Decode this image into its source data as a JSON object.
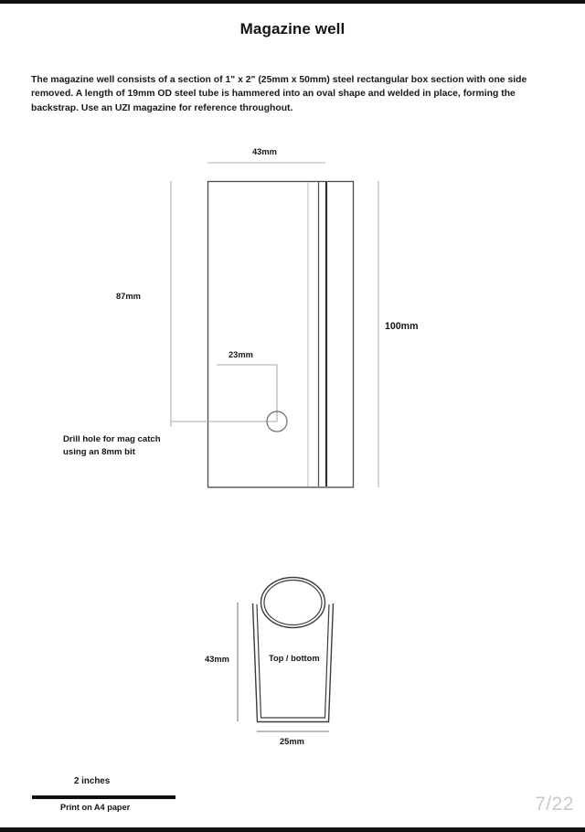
{
  "page": {
    "title": "Magazine well",
    "intro": "The magazine well consists of a section of 1\" x  2\" (25mm x 50mm) steel rectangular box section with one side removed. A length of 19mm OD steel tube is hammered into an oval shape and welded in place, forming the backstrap. Use an UZI magazine for reference throughout.",
    "page_number": "7/22"
  },
  "footer": {
    "scale_label": "2 inches",
    "print_note": "Print on A4 paper"
  },
  "views": {
    "side": {
      "dim_width": "43mm",
      "dim_height_left": "87mm",
      "dim_height_right": "100mm",
      "dim_hole_offset": "23mm",
      "hole_note": "Drill hole for mag catch\nusing an 8mm bit"
    },
    "end": {
      "label": "Top / bottom",
      "dim_height": "43mm",
      "dim_width": "25mm"
    }
  },
  "colors": {
    "ink": "#141414",
    "line_dark": "#4a4a4a",
    "line_light": "#b9b9b9",
    "page_number": "#c9c9c9"
  }
}
